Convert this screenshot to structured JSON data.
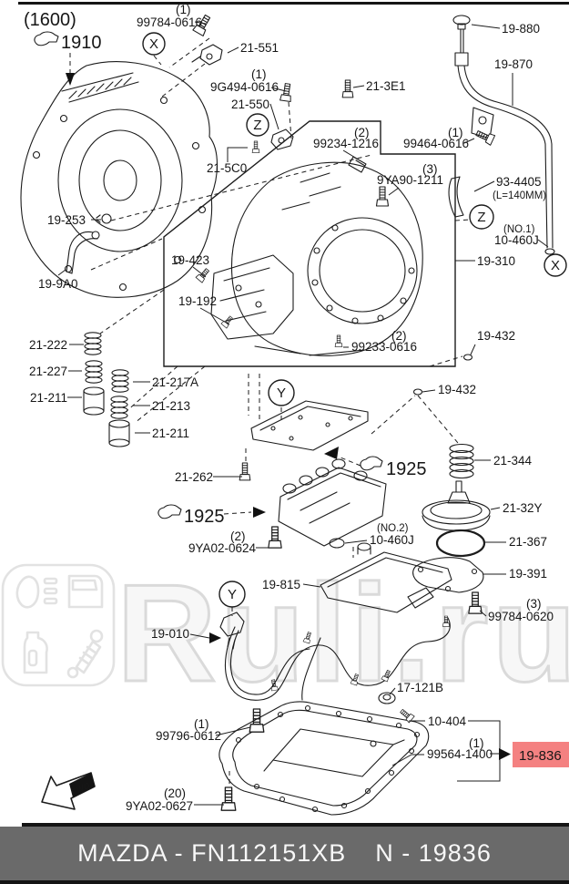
{
  "variant_note": "(1600)",
  "footer": {
    "left": "MAZDA - FN112151XB",
    "right": "N - 19836"
  },
  "colors": {
    "line": "#1c1c1c",
    "footer_bg": "#6a6a6a",
    "footer_text": "#f7f7f7",
    "highlight_bg": "#f48181",
    "highlight_text": "#7c1417",
    "watermark": "#dadada"
  },
  "watermark": {
    "text": "Ruli.ru",
    "icons": [
      "headlight-icon",
      "car-door-icon",
      "oil-can-icon",
      "shock-absorber-icon"
    ]
  },
  "ref_circles": [
    "X",
    "Z",
    "Z",
    "X",
    "Y",
    "Y"
  ],
  "fwd_arrow_label": "FWD",
  "parts": [
    {
      "num": "1910"
    },
    {
      "qty": "(1)",
      "num": "99784-0616"
    },
    {
      "num": "21-551"
    },
    {
      "qty": "(1)",
      "num": "9G494-0616"
    },
    {
      "num": "21-550"
    },
    {
      "num": "21-3E1"
    },
    {
      "num": "21-5C0"
    },
    {
      "qty": "(2)",
      "num": "99234-1216"
    },
    {
      "qty": "(1)",
      "num": "99464-0616"
    },
    {
      "qty": "(3)",
      "num": "9YA90-1211"
    },
    {
      "num": "19-880"
    },
    {
      "num": "19-870"
    },
    {
      "num": "93-4405",
      "note": "(L=140MM)"
    },
    {
      "note": "(NO.1)",
      "num": "10-460J"
    },
    {
      "num": "19-310"
    },
    {
      "num": "19-253"
    },
    {
      "num": "19-9A0"
    },
    {
      "num": "19-423"
    },
    {
      "num": "19-192"
    },
    {
      "num": "21-222"
    },
    {
      "num": "21-227"
    },
    {
      "num": "21-211"
    },
    {
      "num": "21-217A"
    },
    {
      "num": "21-213"
    },
    {
      "num": "21-211"
    },
    {
      "qty": "(2)",
      "num": "99233-0616"
    },
    {
      "num": "19-432"
    },
    {
      "num": "19-432"
    },
    {
      "num": "21-262"
    },
    {
      "num": "1925"
    },
    {
      "num": "1925"
    },
    {
      "qty": "(2)",
      "num": "9YA02-0624"
    },
    {
      "note": "(NO.2)",
      "num": "10-460J"
    },
    {
      "num": "19-815"
    },
    {
      "num": "21-344"
    },
    {
      "num": "21-32Y"
    },
    {
      "num": "21-367"
    },
    {
      "num": "19-391"
    },
    {
      "qty": "(3)",
      "num": "99784-0620"
    },
    {
      "num": "19-010"
    },
    {
      "num": "17-121B"
    },
    {
      "qty": "(1)",
      "num": "99796-0612"
    },
    {
      "num": "10-404"
    },
    {
      "qty": "(1)",
      "num": "99564-1400"
    },
    {
      "num": "19-836",
      "highlighted": true
    },
    {
      "qty": "(20)",
      "num": "9YA02-0627"
    }
  ]
}
